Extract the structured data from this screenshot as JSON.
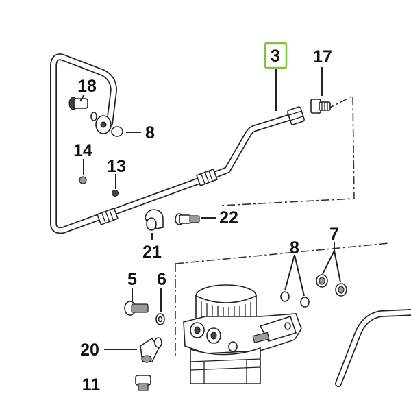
{
  "callouts": {
    "c3": "3",
    "c17": "17",
    "c18": "18",
    "c8a": "8",
    "c14": "14",
    "c13": "13",
    "c22": "22",
    "c21": "21",
    "c8b": "8",
    "c7": "7",
    "c5": "5",
    "c6": "6",
    "c20": "20",
    "c11": "11"
  },
  "highlight": {
    "callout": "3",
    "color": "#7fc241"
  }
}
